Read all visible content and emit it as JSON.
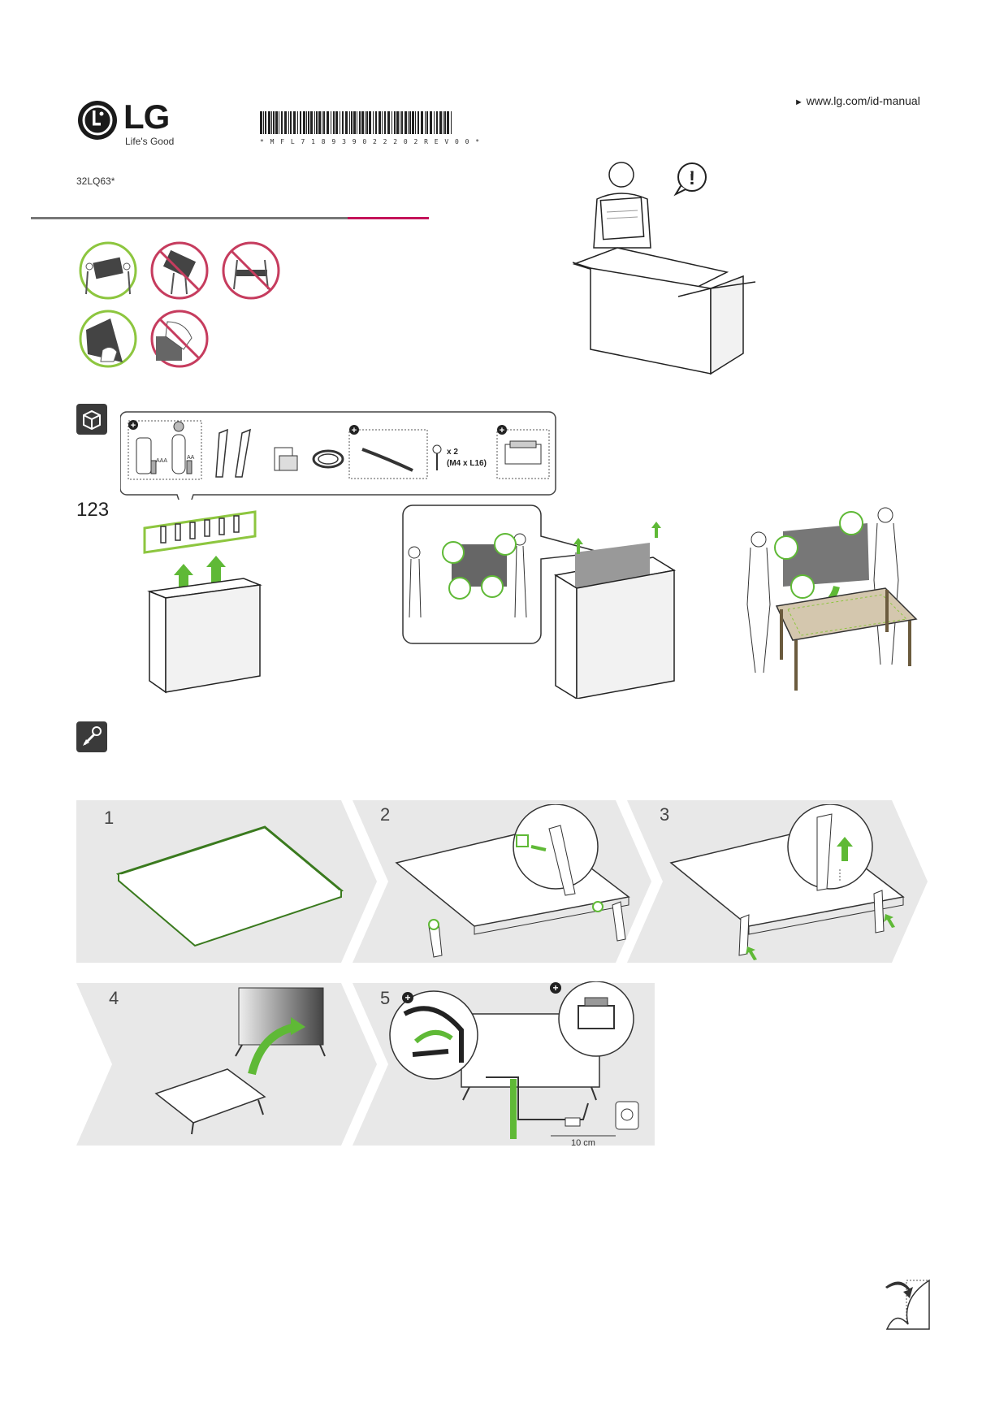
{
  "header": {
    "brand": "LG",
    "tagline": "Life's Good",
    "barcode_text": "* M F L 7 1 8 9 3 9 0 2 2 2 0 2 R E V 0 0 *",
    "model": "32LQ63*",
    "url": "www.lg.com/id-manual",
    "url_arrow": "►"
  },
  "colors": {
    "accent": "#c4145a",
    "ok": "#8dc63f",
    "green": "#5fb936",
    "no": "#c63c5e",
    "grey_band": "#e6e6e6"
  },
  "unbox": {
    "step_label": "123"
  },
  "accessories": {
    "screw_qty": "x 2",
    "screw_size": "(M4 x L16)",
    "battery_aaa": "AAA",
    "battery_aa": "AA"
  },
  "assembly": {
    "steps": [
      {
        "number": "1"
      },
      {
        "number": "2"
      },
      {
        "number": "3"
      },
      {
        "number": "4"
      },
      {
        "number": "5"
      }
    ],
    "cable_distance": "10 cm"
  },
  "icons": [
    "lg-logo-icon",
    "box-icon",
    "assembly-tool-icon",
    "warning-icon",
    "page-turn-icon",
    "plus-icon"
  ]
}
